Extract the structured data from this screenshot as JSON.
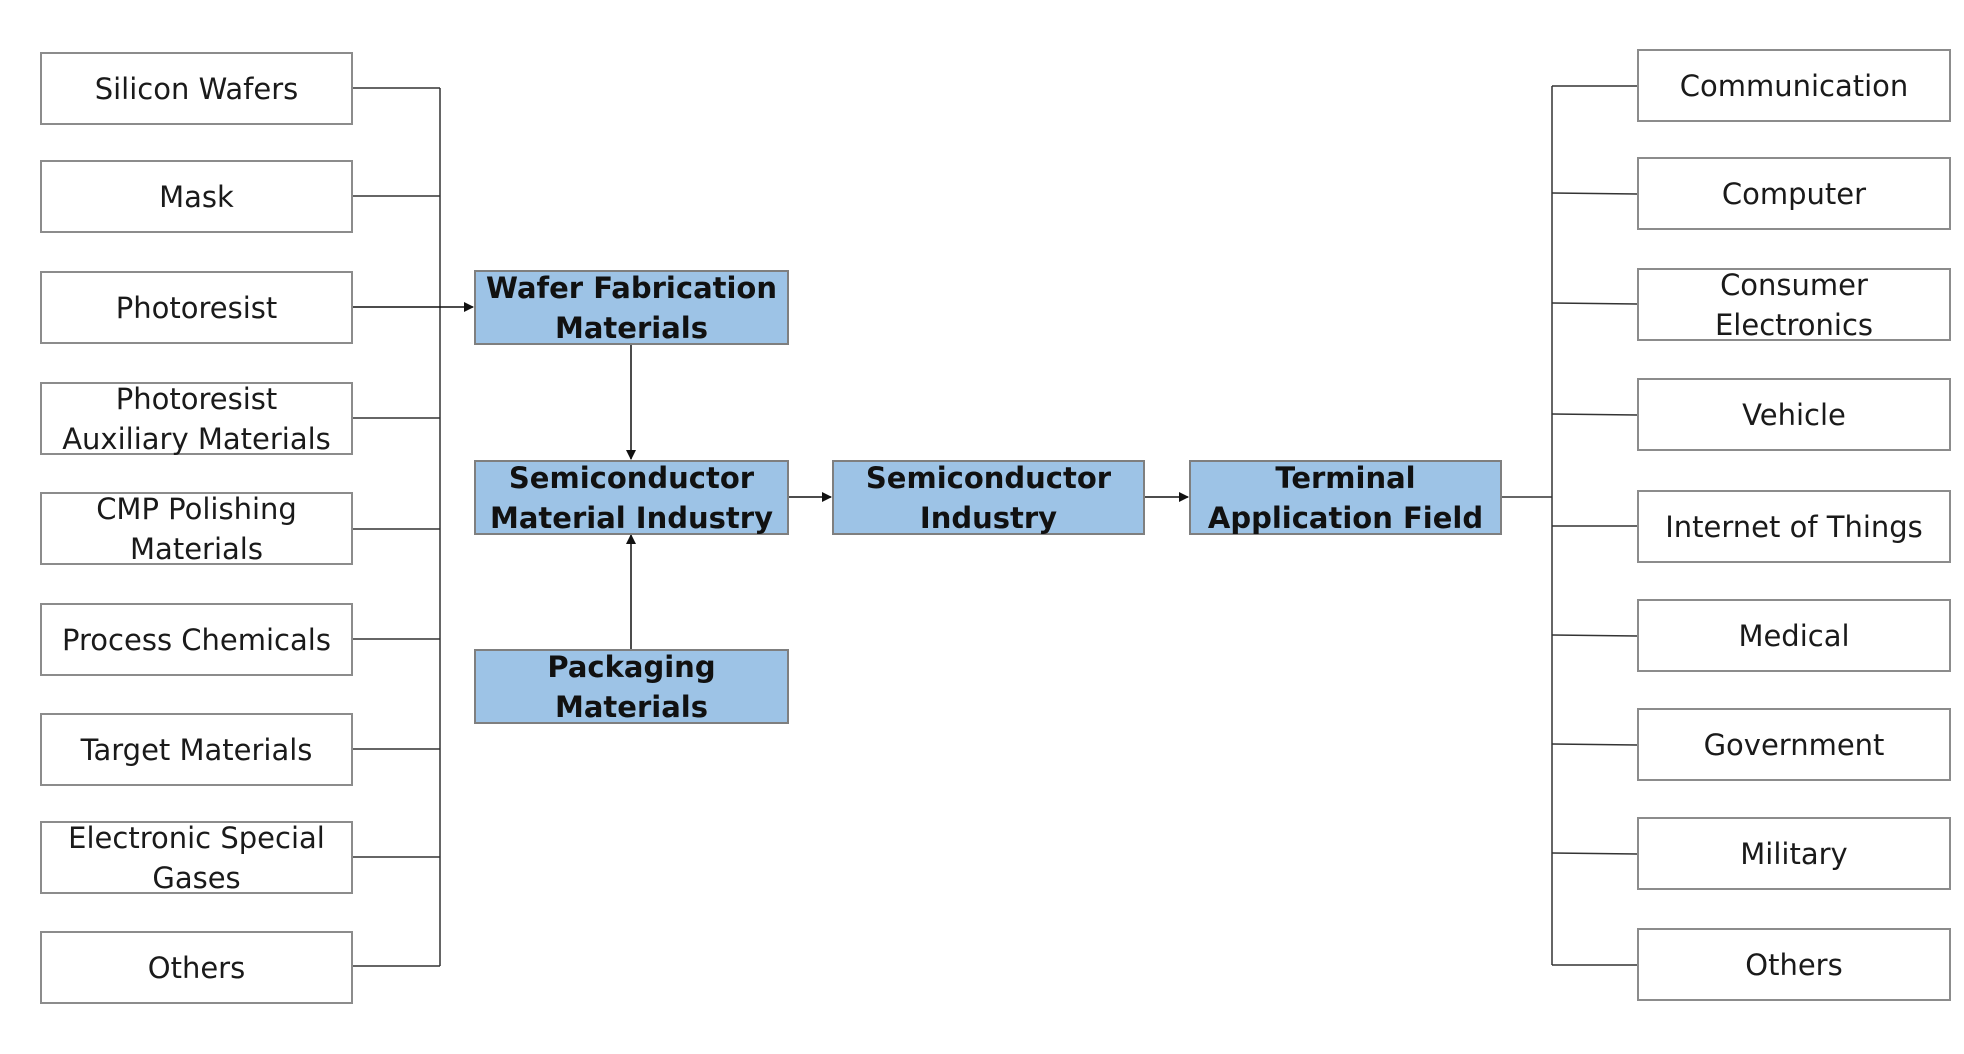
{
  "left_items": [
    "Silicon Wafers",
    "Mask",
    "Photoresist",
    "Photoresist Auxiliary Materials",
    "CMP Polishing Materials",
    "Process Chemicals",
    "Target Materials",
    "Electronic Special Gases",
    "Others"
  ],
  "center": {
    "wafer_fabrication": "Wafer Fabrication Materials",
    "semiconductor_material_industry": "Semiconductor Material Industry",
    "packaging_materials": "Packaging Materials",
    "semiconductor_industry": "Semiconductor Industry",
    "terminal_application": "Terminal Application Field"
  },
  "right_items": [
    "Communication",
    "Computer",
    "Consumer Electronics",
    "Vehicle",
    "Internet of Things",
    "Medical",
    "Government",
    "Military",
    "Others"
  ],
  "colors": {
    "core_fill": "#9dc3e6",
    "border": "#8c8c8c",
    "connector": "#333333"
  }
}
